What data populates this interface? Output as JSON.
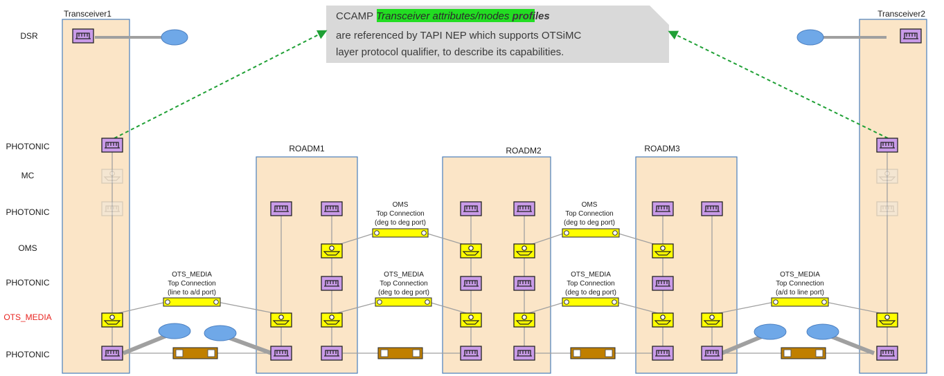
{
  "callout": {
    "prefix": "CCAMP ",
    "highlight": "Transceiver attributes/modes",
    "bold": "profiles",
    "line2": "are referenced by TAPI NEP which supports OTSiMC",
    "line3": "layer protocol qualifier, to describe its capabilities.",
    "highlight_color": "#22dd22"
  },
  "layers": {
    "dsr": "DSR",
    "photonic_1": "PHOTONIC",
    "mc": "MC",
    "photonic_2": "PHOTONIC",
    "oms": "OMS",
    "photonic_3": "PHOTONIC",
    "ots_media": "OTS_MEDIA",
    "photonic_4": "PHOTONIC",
    "ots_media_color": "#e8231f"
  },
  "nodes": {
    "transceiver1": "Transceiver1",
    "transceiver2": "Transceiver2",
    "roadm1": "ROADM1",
    "roadm2": "ROADM2",
    "roadm3": "ROADM3"
  },
  "connections": {
    "oms1": [
      "OMS",
      "Top Connection",
      "(deg to deg port)"
    ],
    "oms2": [
      "OMS",
      "Top Connection",
      "(deg to deg port)"
    ],
    "ots1": [
      "OTS_MEDIA",
      "Top Connection",
      "(line to a/d port)"
    ],
    "ots2": [
      "OTS_MEDIA",
      "Top Connection",
      "(deg to deg port)"
    ],
    "ots3": [
      "OTS_MEDIA",
      "Top Connection",
      "(deg to deg port)"
    ],
    "ots4": [
      "OTS_MEDIA",
      "Top Connection",
      "(a/d to line port)"
    ]
  },
  "colors": {
    "node_fill": "#fbe5c7",
    "node_border": "#4a7ebb",
    "nep_purple": "#c99be8",
    "nep_yellow": "#ffff00",
    "link_brown": "#c07f00",
    "ellipse_blue": "#6fa8e8",
    "callout_bg": "#d9d9d9",
    "arrow_green": "#1fa035",
    "line_gray": "#a0a0a0"
  }
}
